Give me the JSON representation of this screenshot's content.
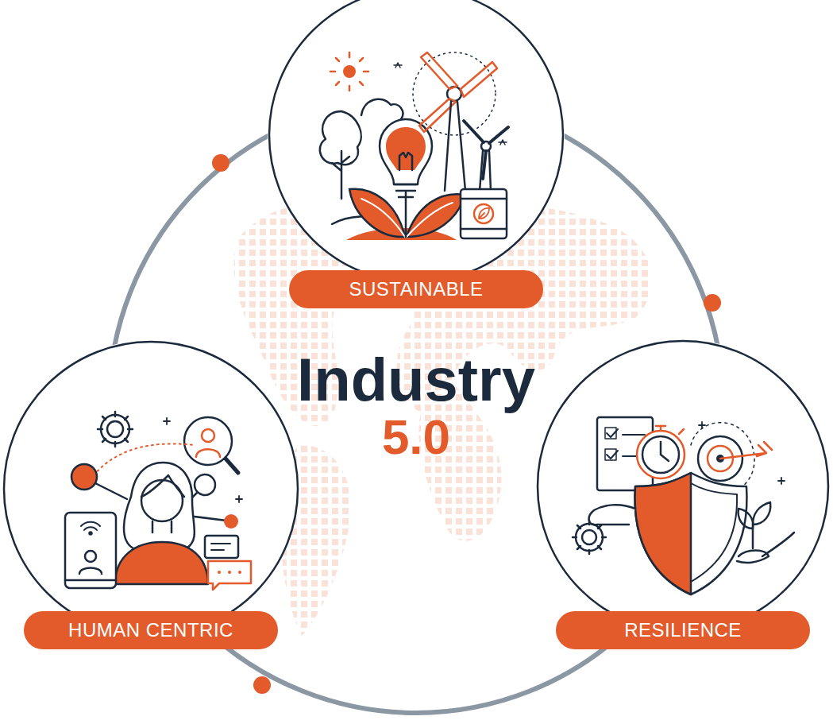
{
  "diagram": {
    "nodes": [
      {
        "text": [
          "Industry",
          "5.0"
        ]
      },
      {
        "text": [
          "SUSTAINABLE"
        ]
      },
      {
        "text": [
          "HUMAN CENTRIC"
        ]
      },
      {
        "text": [
          "RESILIENCE"
        ]
      }
    ]
  }
}
